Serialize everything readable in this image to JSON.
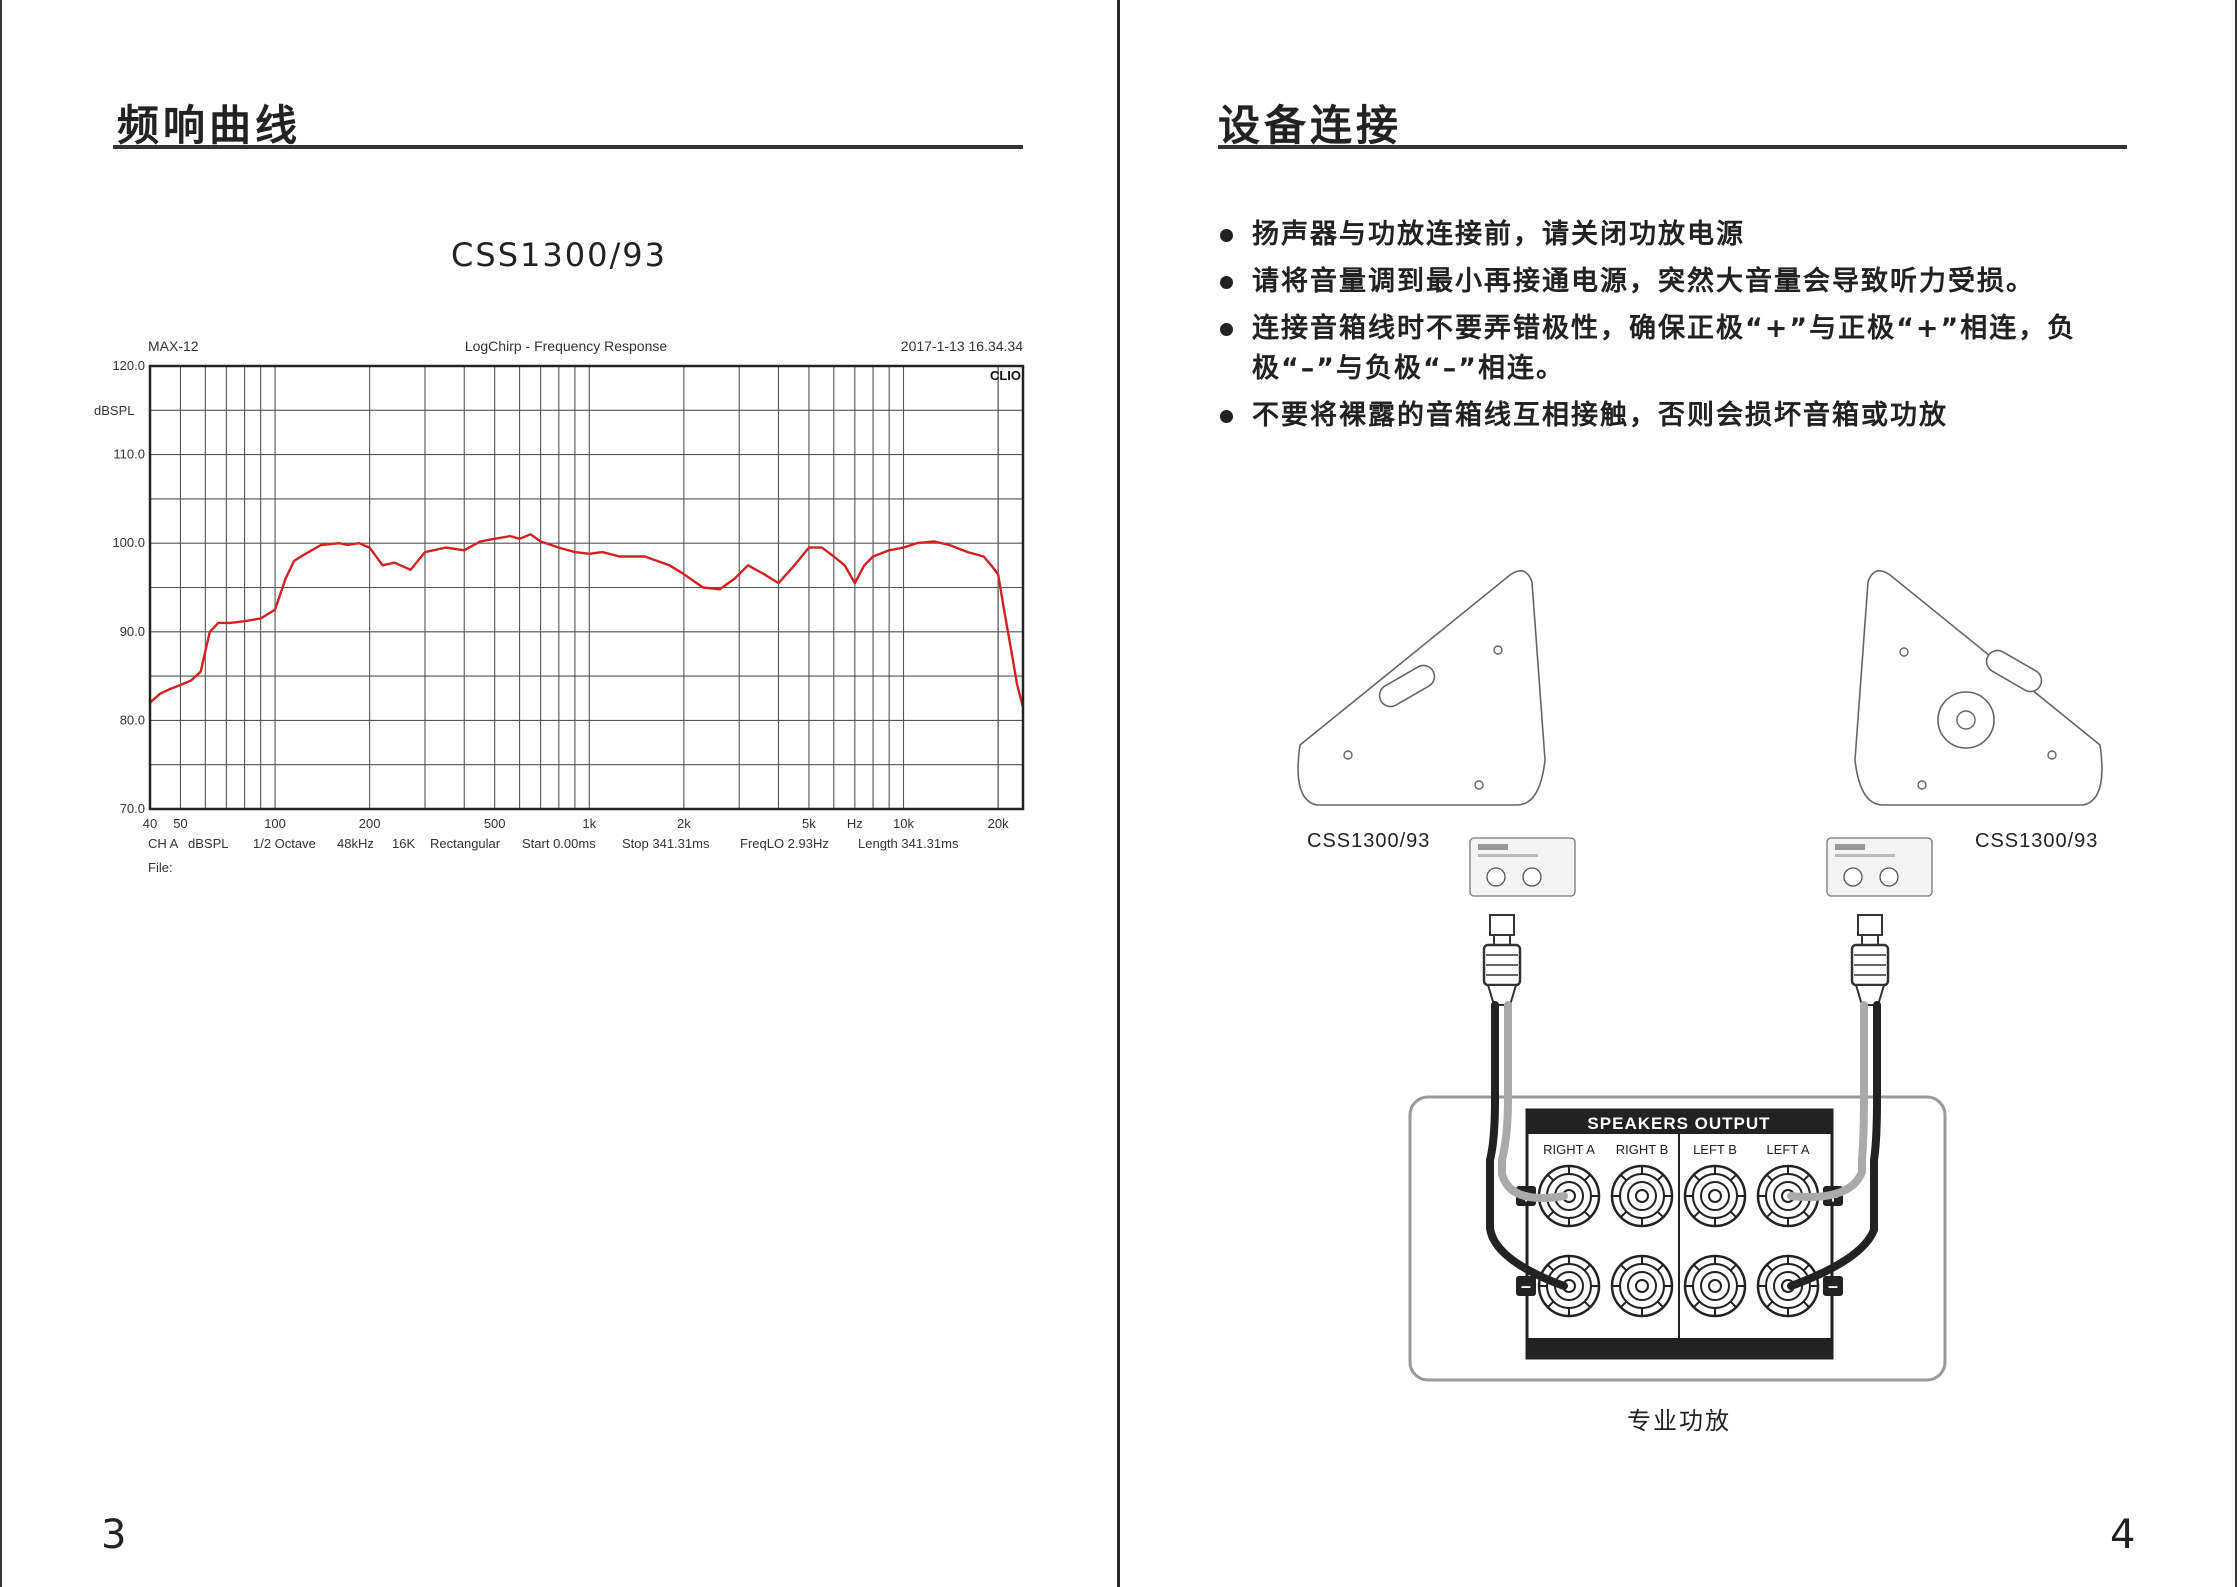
{
  "left_page": {
    "heading": "频响曲线",
    "chart_title": "CSS1300/93",
    "page_number": "3"
  },
  "right_page": {
    "heading": "设备连接",
    "bullets": [
      "扬声器与功放连接前，请关闭功放电源",
      "请将音量调到最小再接通电源，突然大音量会导致听力受损。",
      "连接音箱线时不要弄错极性，确保正极“+”与正极“+”相连，负极“–”与负极“–”相连。",
      "不要将裸露的音箱线互相接触，否则会损坏音箱或功放"
    ],
    "speaker_left_label": "CSS1300/93",
    "speaker_right_label": "CSS1300/93",
    "amp_title": "SPEAKERS OUTPUT",
    "amp_channels": [
      "RIGHT A",
      "RIGHT B",
      "LEFT B",
      "LEFT A"
    ],
    "plus_symbol": "+",
    "minus_symbol": "–",
    "amp_caption": "专业功放",
    "page_number": "4"
  },
  "chart_data": {
    "type": "line",
    "header_left": "MAX-12",
    "header_center": "LogChirp - Frequency Response",
    "header_right": "2017-1-13 16.34.34",
    "brand": "CLIO",
    "ylabel": "dBSPL",
    "x_scale": "log",
    "xlim": [
      40,
      24000
    ],
    "ylim": [
      70,
      120
    ],
    "y_ticks": [
      "120.0",
      "110.0",
      "100.0",
      "90.0",
      "80.0",
      "70.0"
    ],
    "y_tick_values": [
      120,
      110,
      100,
      90,
      80,
      70
    ],
    "x_ticks": [
      "40",
      "50",
      "100",
      "200",
      "500",
      "1k",
      "2k",
      "5k",
      "Hz",
      "10k",
      "20k"
    ],
    "x_tick_values": [
      40,
      50,
      100,
      200,
      500,
      1000,
      2000,
      5000,
      7000,
      10000,
      20000
    ],
    "grid": true,
    "footer_fields": [
      "CH A",
      "dBSPL",
      "1/2 Octave",
      "48kHz",
      "16K",
      "Rectangular",
      "Start 0.00ms",
      "Stop 341.31ms",
      "FreqLO 2.93Hz",
      "Length 341.31ms"
    ],
    "footer_file": "File:",
    "line_color": "#d42020",
    "series": [
      {
        "x": [
          40,
          43,
          46,
          50,
          54,
          58,
          62,
          66,
          72,
          80,
          90,
          100,
          108,
          115,
          125,
          140,
          160,
          170,
          185,
          200,
          220,
          240,
          270,
          300,
          350,
          400,
          450,
          500,
          560,
          600,
          650,
          700,
          800,
          900,
          1000,
          1100,
          1250,
          1500,
          1800,
          2000,
          2300,
          2600,
          2900,
          3200,
          3600,
          4000,
          4500,
          5000,
          5500,
          6000,
          6500,
          7000,
          7500,
          8000,
          9000,
          10000,
          11000,
          12500,
          14000,
          16000,
          18000,
          19000,
          20000,
          21000,
          22000,
          23000,
          24000
        ],
        "y": [
          82,
          83,
          83.5,
          84,
          84.5,
          85.5,
          90,
          91,
          91,
          91.2,
          91.5,
          92.5,
          96,
          98,
          98.8,
          99.8,
          100,
          99.8,
          100,
          99.5,
          97.5,
          97.8,
          97,
          99,
          99.5,
          99.2,
          100.2,
          100.5,
          100.8,
          100.5,
          101,
          100.2,
          99.5,
          99,
          98.8,
          99,
          98.5,
          98.5,
          97.5,
          96.5,
          95,
          94.8,
          96,
          97.5,
          96.5,
          95.5,
          97.5,
          99.5,
          99.5,
          98.5,
          97.5,
          95.5,
          97.5,
          98.5,
          99.2,
          99.5,
          100,
          100.2,
          99.8,
          99,
          98.5,
          97.5,
          96.5,
          92,
          88,
          84,
          81.5
        ]
      }
    ]
  }
}
